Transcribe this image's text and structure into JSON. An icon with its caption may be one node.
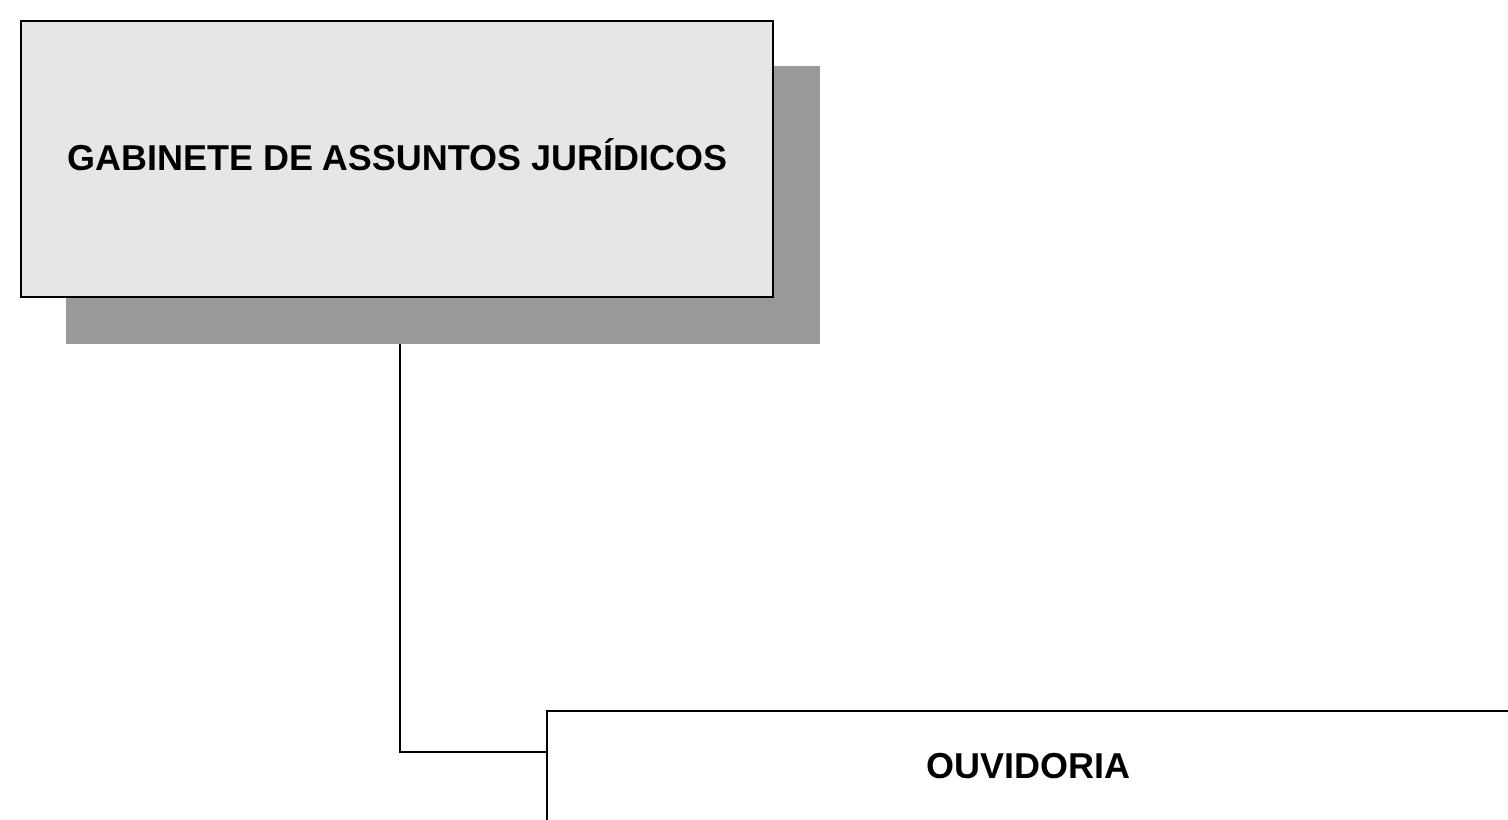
{
  "diagram": {
    "nodes": [
      {
        "text": [
          "GABINETE DE ASSUNTOS JURÍDICOS"
        ]
      },
      {
        "text": [
          "OUVIDORIA"
        ]
      }
    ],
    "edges": [
      {
        "from": 0,
        "to": 1,
        "arrow": "none"
      }
    ]
  }
}
